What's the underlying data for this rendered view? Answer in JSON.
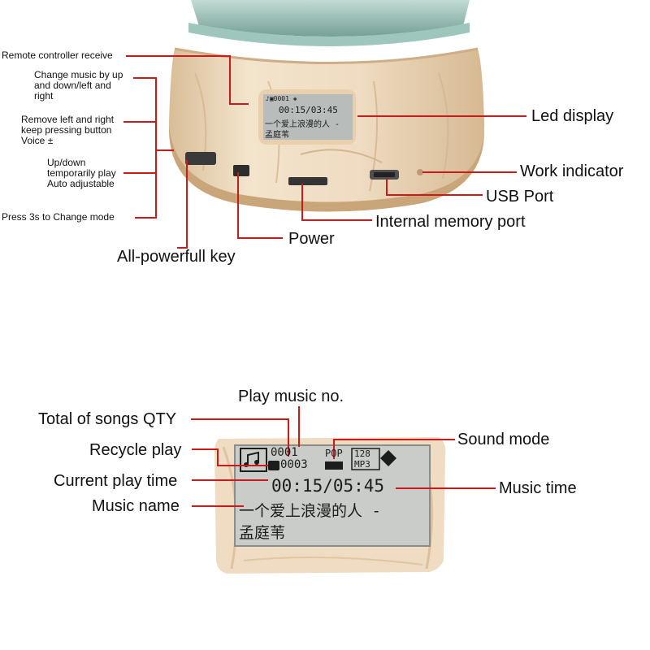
{
  "top_diagram": {
    "labels": {
      "remote_receiver": "Remote controller receive",
      "change_music": "Change music by up and down/left and right",
      "voice": "Remove left and right keep pressing button Voice ±",
      "updown": "Up/down temporarily play Auto adjustable",
      "change_mode": "Press 3s to  Change mode",
      "all_key": "All-powerfull key",
      "power": "Power",
      "memory_port": "Internal memory port",
      "usb_port": "USB Port",
      "work_indicator": "Work indicator",
      "led_display": "Led display"
    },
    "lcd": {
      "time": "00:15/03:45",
      "name": "一个爱上浪漫的人 -",
      "name2": "孟庭苇"
    }
  },
  "bottom_diagram": {
    "labels": {
      "play_no": "Play music no.",
      "total_songs": "Total of songs QTY",
      "recycle": "Recycle play",
      "current_time": "Current play time",
      "music_name": "Music name",
      "sound_mode": "Sound mode",
      "music_time": "Music time"
    },
    "lcd": {
      "song_no": "0001",
      "song_total": "0003",
      "eq": "POP",
      "bitrate": "128",
      "format": "MP3",
      "time": "00:15/05:45",
      "name": "一个爱上浪漫的人 -",
      "name2": "孟庭苇"
    }
  },
  "colors": {
    "leader_line": "#cc1a1a",
    "wood_light": "#efdcc2",
    "wood_dark": "#d2b48f",
    "lcd_bg": "#c9ccc9"
  }
}
